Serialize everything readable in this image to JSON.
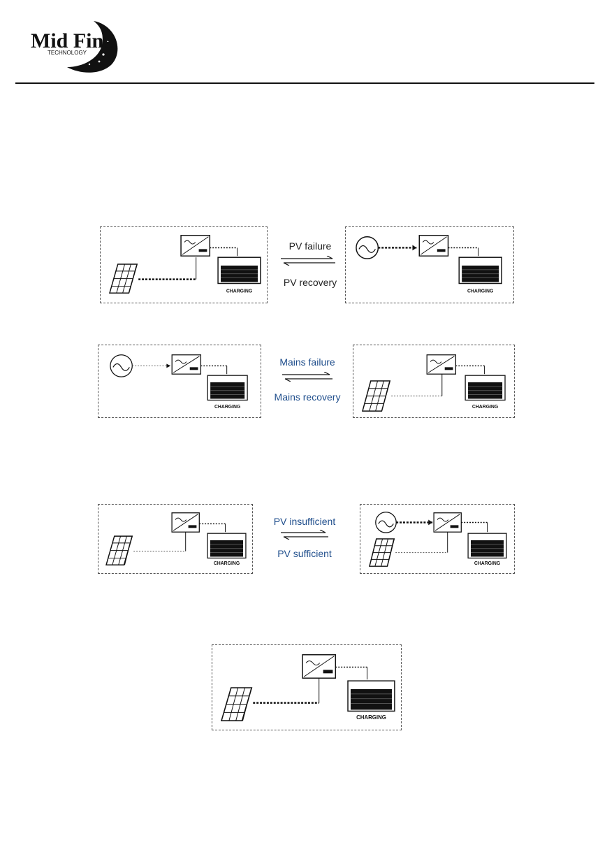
{
  "header": {
    "logo_text_line1": "Mid Fine",
    "logo_text_line2": "TECHNOLOGY"
  },
  "row1": {
    "forward_label": "PV failure",
    "backward_label": "PV recovery"
  },
  "row2": {
    "forward_label": "Mains failure",
    "backward_label": "Mains recovery"
  },
  "row3": {
    "forward_label": "PV insufficient",
    "backward_label": "PV sufficient"
  },
  "battery_label": "CHARGING",
  "colors": {
    "text_dark": "#222222",
    "text_blue": "#1f4e8c",
    "border": "#555555"
  }
}
